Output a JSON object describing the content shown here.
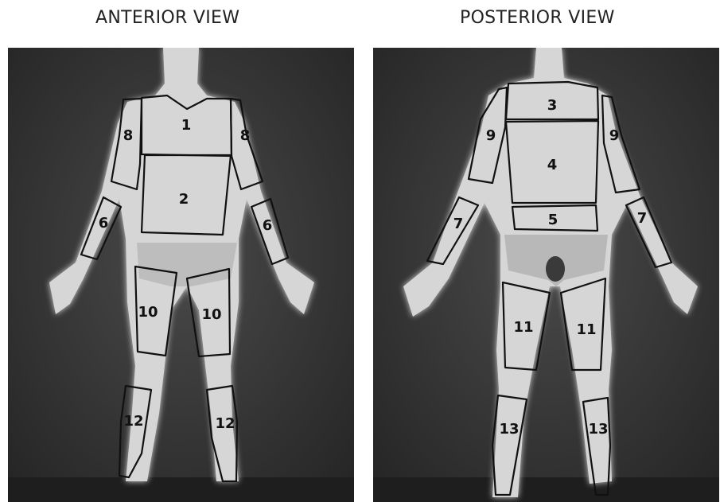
{
  "titles": {
    "anterior": "ANTERIOR VIEW",
    "posterior": "POSTERIOR VIEW"
  },
  "anterior_regions": {
    "r1": "1",
    "r2": "2",
    "r6_left": "6",
    "r6_right": "6",
    "r8_left": "8",
    "r8_right": "8",
    "r10_left": "10",
    "r10_right": "10",
    "r12_left": "12",
    "r12_right": "12"
  },
  "posterior_regions": {
    "r3": "3",
    "r4": "4",
    "r5": "5",
    "r7_left": "7",
    "r7_right": "7",
    "r9_left": "9",
    "r9_right": "9",
    "r11_left": "11",
    "r11_right": "11",
    "r13_left": "13",
    "r13_right": "13"
  },
  "colors": {
    "background": "#3a3a3a",
    "body": "#d9d9d9",
    "outline": "#111111"
  }
}
